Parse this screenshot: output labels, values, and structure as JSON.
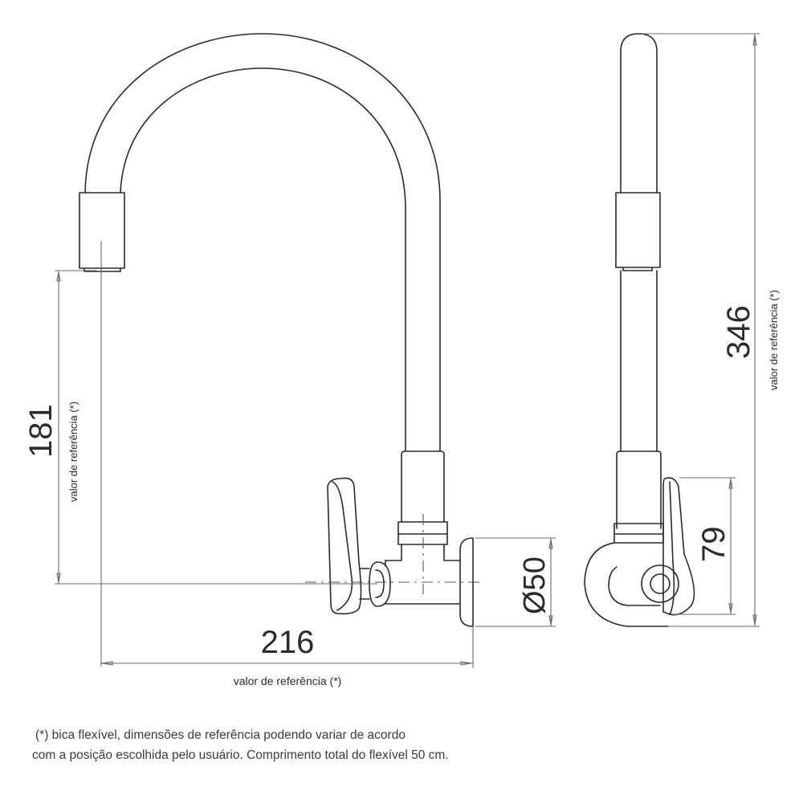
{
  "drawing": {
    "title": "Wall-mounted kitchen faucet with flexible spout - technical drawing",
    "views": [
      "front-view",
      "side-view"
    ],
    "line_color": "#2a2a2a",
    "dimension_color": "#6a6a6a"
  },
  "dimensions": {
    "height_spout": {
      "value": "181",
      "note": "valor de referência (*)"
    },
    "width_total": {
      "value": "216",
      "note": "valor de referência (*)"
    },
    "flange_diameter": {
      "value": "Ø50"
    },
    "total_height": {
      "value": "346",
      "note": "valor de referência (*)"
    },
    "handle_height": {
      "value": "79"
    }
  },
  "footnote": {
    "line1": "(*) bica flexível, dimensões de referência podendo variar de acordo",
    "line2": "com a posição escolhida pelo usuário. Comprimento total do flexível 50 cm."
  }
}
